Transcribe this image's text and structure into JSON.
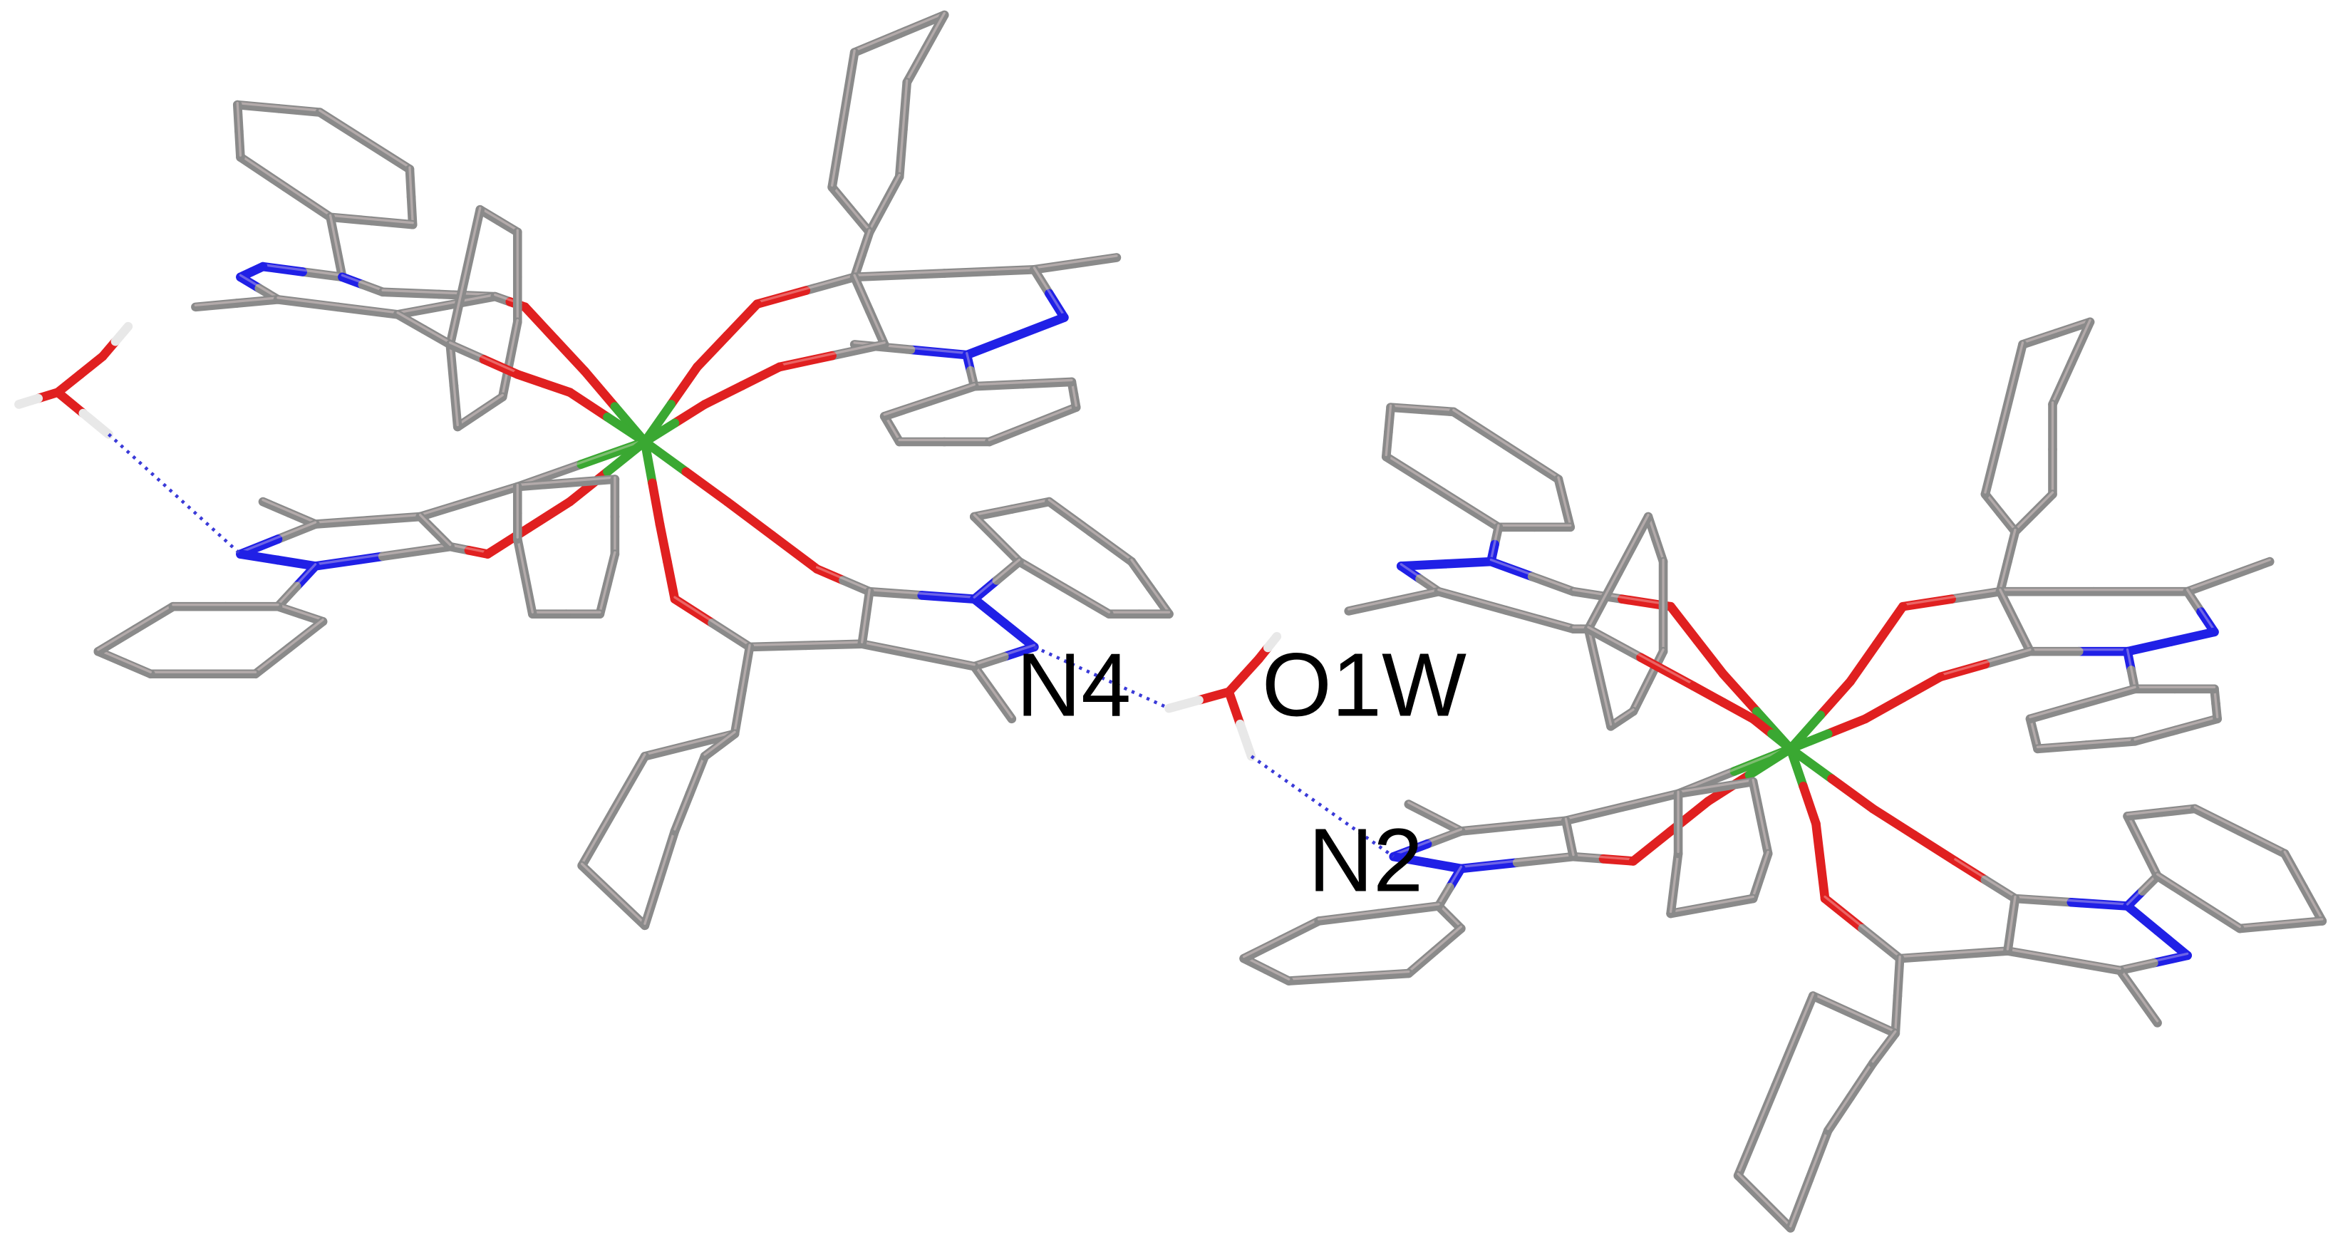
{
  "labels": {
    "n4": "N4",
    "o1w": "O1W",
    "n2": "N2"
  },
  "atom_colors": {
    "carbon": "#8a8a8a",
    "carbon_highlight": "#b9a9a9",
    "oxygen": "#e02020",
    "nitrogen": "#2020e6",
    "metal": "#3aa832",
    "hydrogen": "#e8e8e8",
    "hbond": "#3a3ad8"
  }
}
